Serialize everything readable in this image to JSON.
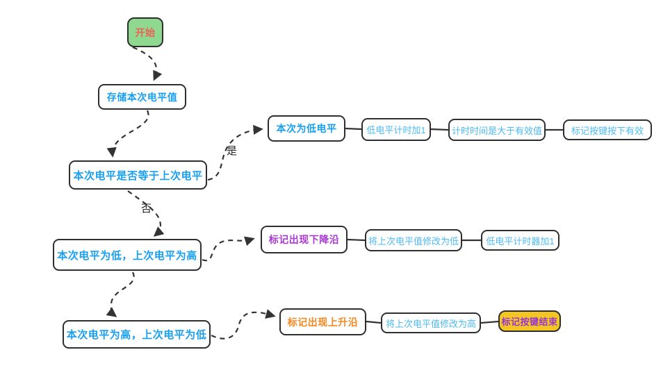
{
  "edge_labels": {
    "yes": "是",
    "no": "否"
  },
  "colors": {
    "line": "#333333",
    "node_border": "#2e2e2e",
    "node_bg": "#ffffff",
    "primary_blue": "#189ff2",
    "light_blue": "#4cbbf5",
    "purple": "#a93ad2",
    "orange": "#f6871f",
    "red": "#ef6056",
    "start_green": "#8ed88f",
    "end_yellow": "#f3c623",
    "end_text_purple": "#9a35cf"
  },
  "nodes": [
    {
      "id": "start",
      "label": "开始",
      "text_color": "#ef6056",
      "fill": "#8ed88f"
    },
    {
      "id": "store-level",
      "label": "存储本次电平值",
      "text_color": "#189ff2",
      "fill": "#ffffff"
    },
    {
      "id": "check-equal",
      "label": "本次电平是否等于上次电平",
      "text_color": "#189ff2",
      "fill": "#ffffff"
    },
    {
      "id": "is-low-level",
      "label": "本次为低电平",
      "text_color": "#189ff2",
      "fill": "#ffffff"
    },
    {
      "id": "low-timer-inc",
      "label": "低电平计时加1",
      "text_color": "#4cbbf5",
      "fill": "#ffffff"
    },
    {
      "id": "timer-valid-check",
      "label": "计时时间是大于有效值",
      "text_color": "#4cbbf5",
      "fill": "#ffffff"
    },
    {
      "id": "mark-key-valid",
      "label": "标记按键按下有效",
      "text_color": "#4cbbf5",
      "fill": "#ffffff"
    },
    {
      "id": "falling-cond",
      "label": "本次电平为低，上次电平为高",
      "text_color": "#189ff2",
      "fill": "#ffffff"
    },
    {
      "id": "mark-falling-edge",
      "label": "标记出现下降沿",
      "text_color": "#a93ad2",
      "fill": "#ffffff"
    },
    {
      "id": "set-prev-low",
      "label": "将上次电平值修改为低",
      "text_color": "#4cbbf5",
      "fill": "#ffffff"
    },
    {
      "id": "low-timer2-inc",
      "label": "低电平计时器加1",
      "text_color": "#4cbbf5",
      "fill": "#ffffff"
    },
    {
      "id": "rising-cond",
      "label": "本次电平为高，上次电平为低",
      "text_color": "#189ff2",
      "fill": "#ffffff"
    },
    {
      "id": "mark-rising-edge",
      "label": "标记出现上升沿",
      "text_color": "#f6871f",
      "fill": "#ffffff"
    },
    {
      "id": "set-prev-high",
      "label": "将上次电平值修改为高",
      "text_color": "#4cbbf5",
      "fill": "#ffffff"
    },
    {
      "id": "end",
      "label": "标记按键结束",
      "text_color": "#9a35cf",
      "fill": "#f3c623"
    }
  ]
}
